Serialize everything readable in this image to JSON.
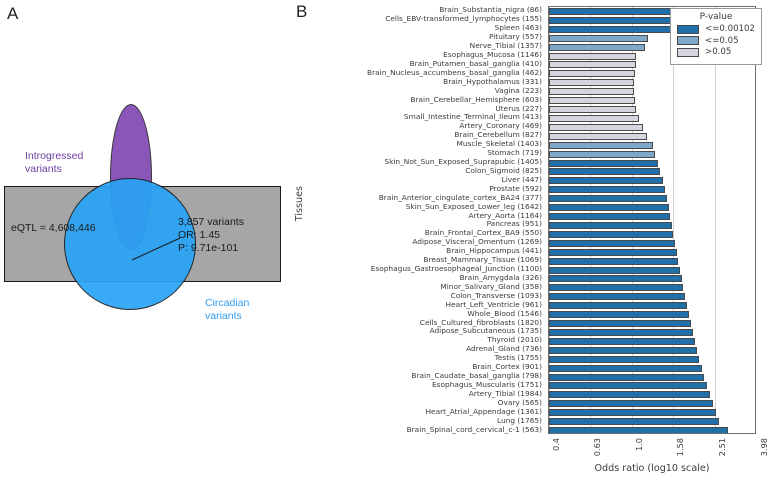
{
  "figure": {
    "panel_a_letter": "A",
    "panel_b_letter": "B"
  },
  "panel_a": {
    "introgressed_label": "Introgressed\nvariants",
    "circadian_label": "Circadian\nvariants",
    "eqtl_text": "eQTL = 4,608,446",
    "overlap_text": "3,857 variants\nOR: 1.45\nP: 9.71e-101",
    "colors": {
      "introgressed": "#7b3fae",
      "circadian": "#29a3f5",
      "eqtl_box": "#a6a6a6",
      "outline": "#1a1a1a"
    }
  },
  "panel_b": {
    "legend": {
      "title": "P-value",
      "items": [
        {
          "label": "<=0.00102",
          "color": "#1f6fa8"
        },
        {
          "label": "<=0.05",
          "color": "#7fa8c8"
        },
        {
          "label": ">0.05",
          "color": "#d5d5e0"
        }
      ]
    },
    "colors": {
      "sig_high": "#1f6fa8",
      "sig_mid": "#7fa8c8",
      "sig_none": "#d5d5e0",
      "bar_outline": "#4a4a4a",
      "gridline": "#d0d0d0",
      "axis": "#6e6e6e"
    }
  },
  "chart_data": {
    "type": "bar",
    "orientation": "horizontal",
    "title": "",
    "xlabel": "Odds ratio (log10 scale)",
    "ylabel": "Tissues",
    "scale": "log10",
    "xlim": [
      0.4,
      3.98
    ],
    "xticks": [
      0.4,
      0.63,
      1.0,
      1.58,
      2.51,
      3.98
    ],
    "xticklabels": [
      "0.4",
      "0.63",
      "1.0",
      "1.58",
      "2.51",
      "3.98"
    ],
    "grid": true,
    "legend_position": "top-right",
    "baseline": 1.0,
    "legend_title": "P-value",
    "significance_levels": [
      {
        "key": "sig_high",
        "label": "<=0.00102",
        "color": "#1f6fa8"
      },
      {
        "key": "sig_mid",
        "label": "<=0.05",
        "color": "#7fa8c8"
      },
      {
        "key": "sig_none",
        "label": ">0.05",
        "color": "#d5d5e0"
      }
    ],
    "categories": [
      "Brain_Substantia_nigra (86)",
      "Cells_EBV-transformed_lymphocytes (155)",
      "Spleen (463)",
      "Pituitary (557)",
      "Nerve_Tibial (1357)",
      "Esophagus_Mucosa (1146)",
      "Brain_Putamen_basal_ganglia (410)",
      "Brain_Nucleus_accumbens_basal_ganglia (462)",
      "Brain_Hypothalamus (331)",
      "Vagina (223)",
      "Brain_Cerebellar_Hemisphere (603)",
      "Uterus (227)",
      "Small_Intestine_Terminal_Ileum (413)",
      "Artery_Coronary (469)",
      "Brain_Cerebellum (827)",
      "Muscle_Skeletal (1403)",
      "Stomach (719)",
      "Skin_Not_Sun_Exposed_Suprapubic (1405)",
      "Colon_Sigmoid (825)",
      "Liver (447)",
      "Prostate (592)",
      "Brain_Anterior_cingulate_cortex_BA24 (377)",
      "Skin_Sun_Exposed_Lower_leg (1642)",
      "Artery_Aorta (1164)",
      "Pancreas (951)",
      "Brain_Frontal_Cortex_BA9 (550)",
      "Adipose_Visceral_Omentum (1269)",
      "Brain_Hippocampus (441)",
      "Breast_Mammary_Tissue (1069)",
      "Esophagus_Gastroesophageal_Junction (1100)",
      "Brain_Amygdala (326)",
      "Minor_Salivary_Gland (358)",
      "Colon_Transverse (1093)",
      "Heart_Left_Ventricle (961)",
      "Whole_Blood (1546)",
      "Cells_Cultured_fibroblasts (1820)",
      "Adipose_Subcutaneous (1735)",
      "Thyroid (2010)",
      "Adrenal_Gland (736)",
      "Testis (1755)",
      "Brain_Cortex (901)",
      "Brain_Caudate_basal_ganglia (798)",
      "Esophagus_Muscularis (1751)",
      "Artery_Tibial (1984)",
      "Ovary (565)",
      "Heart_Atrial_Appendage (1361)",
      "Lung (1765)",
      "Brain_Spinal_cord_cervical_c-1 (563)"
    ],
    "values": [
      2.3,
      2.26,
      2.14,
      1.2,
      1.16,
      1.05,
      1.04,
      1.03,
      1.02,
      1.02,
      1.03,
      1.05,
      1.08,
      1.13,
      1.18,
      1.26,
      1.29,
      1.33,
      1.37,
      1.41,
      1.44,
      1.47,
      1.5,
      1.53,
      1.56,
      1.58,
      1.61,
      1.64,
      1.67,
      1.7,
      1.73,
      1.76,
      1.79,
      1.83,
      1.88,
      1.92,
      1.96,
      2.0,
      2.05,
      2.1,
      2.16,
      2.22,
      2.3,
      2.38,
      2.45,
      2.52,
      2.62,
      2.9
    ],
    "significance": [
      "sig_high",
      "sig_high",
      "sig_high",
      "sig_mid",
      "sig_mid",
      "sig_none",
      "sig_none",
      "sig_none",
      "sig_none",
      "sig_none",
      "sig_none",
      "sig_none",
      "sig_none",
      "sig_none",
      "sig_none",
      "sig_mid",
      "sig_mid",
      "sig_high",
      "sig_high",
      "sig_high",
      "sig_high",
      "sig_high",
      "sig_high",
      "sig_high",
      "sig_high",
      "sig_high",
      "sig_high",
      "sig_high",
      "sig_high",
      "sig_high",
      "sig_high",
      "sig_high",
      "sig_high",
      "sig_high",
      "sig_high",
      "sig_high",
      "sig_high",
      "sig_high",
      "sig_high",
      "sig_high",
      "sig_high",
      "sig_high",
      "sig_high",
      "sig_high",
      "sig_high",
      "sig_high",
      "sig_high",
      "sig_high"
    ]
  }
}
